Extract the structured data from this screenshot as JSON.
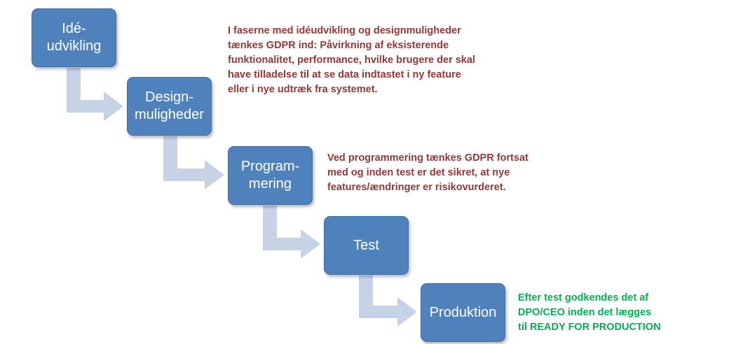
{
  "colors": {
    "box_fill": "#4f81bd",
    "box_text": "#ffffff",
    "arrow": "#c6d3e6",
    "note_red": "#953735",
    "note_green": "#00b050"
  },
  "steps": [
    {
      "label": "Idé-\nudvikling"
    },
    {
      "label": "Design-\nmuligheder"
    },
    {
      "label": "Program-\nmering"
    },
    {
      "label": "Test"
    },
    {
      "label": "Produktion"
    }
  ],
  "notes": {
    "design": "I faserne med idéudvikling og designmuligheder\ntænkes GDPR ind: Påvirkning af eksisterende\nfunktionalitet, performance, hvilke brugere der skal\nhave tilladelse til at se data indtastet i ny feature\neller i nye udtræk fra systemet.",
    "programming": "Ved programmering tænkes GDPR fortsat\nmed og inden test er det sikret, at nye\nfeatures/ændringer er risikovurderet.",
    "production": "Efter test godkendes det af\nDPO/CEO  inden det lægges\ntil READY FOR PRODUCTION"
  }
}
